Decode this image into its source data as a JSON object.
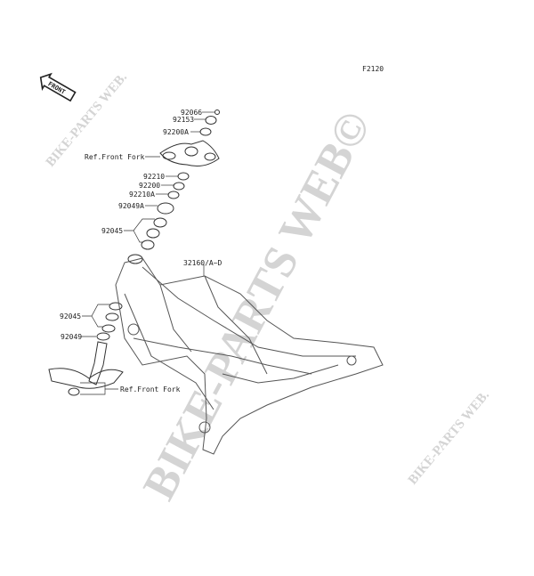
{
  "diagram": {
    "code": "F2120",
    "front_arrow_label": "FRONT",
    "watermarks": [
      "BIKE-PARTS WEB©",
      "BIKE-PARTS WEB.",
      "BIKE-PARTS WEB."
    ],
    "part_labels": {
      "p92066": "92066",
      "p92153": "92153",
      "p92200a": "92200A",
      "ref_front_fork_upper": "Ref.Front Fork",
      "p92210": "92210",
      "p92200": "92200",
      "p92210a": "92210A",
      "p92049a": "92049A",
      "p92045_upper": "92045",
      "p32160": "32160/A~D",
      "p92045_lower": "92045",
      "p92049": "92049",
      "ref_front_fork_lower": "Ref.Front Fork"
    }
  }
}
